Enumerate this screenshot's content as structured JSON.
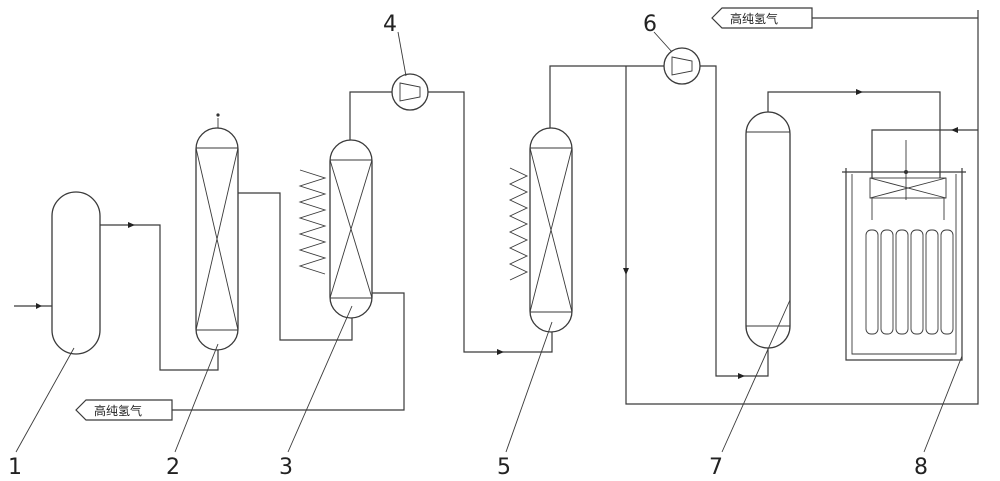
{
  "labels": {
    "n1": "1",
    "n2": "2",
    "n3": "3",
    "n4": "4",
    "n5": "5",
    "n6": "6",
    "n7": "7",
    "n8": "8"
  },
  "hydrogen_tag_top": "高纯氢气",
  "hydrogen_tag_bottom": "高纯氢气"
}
